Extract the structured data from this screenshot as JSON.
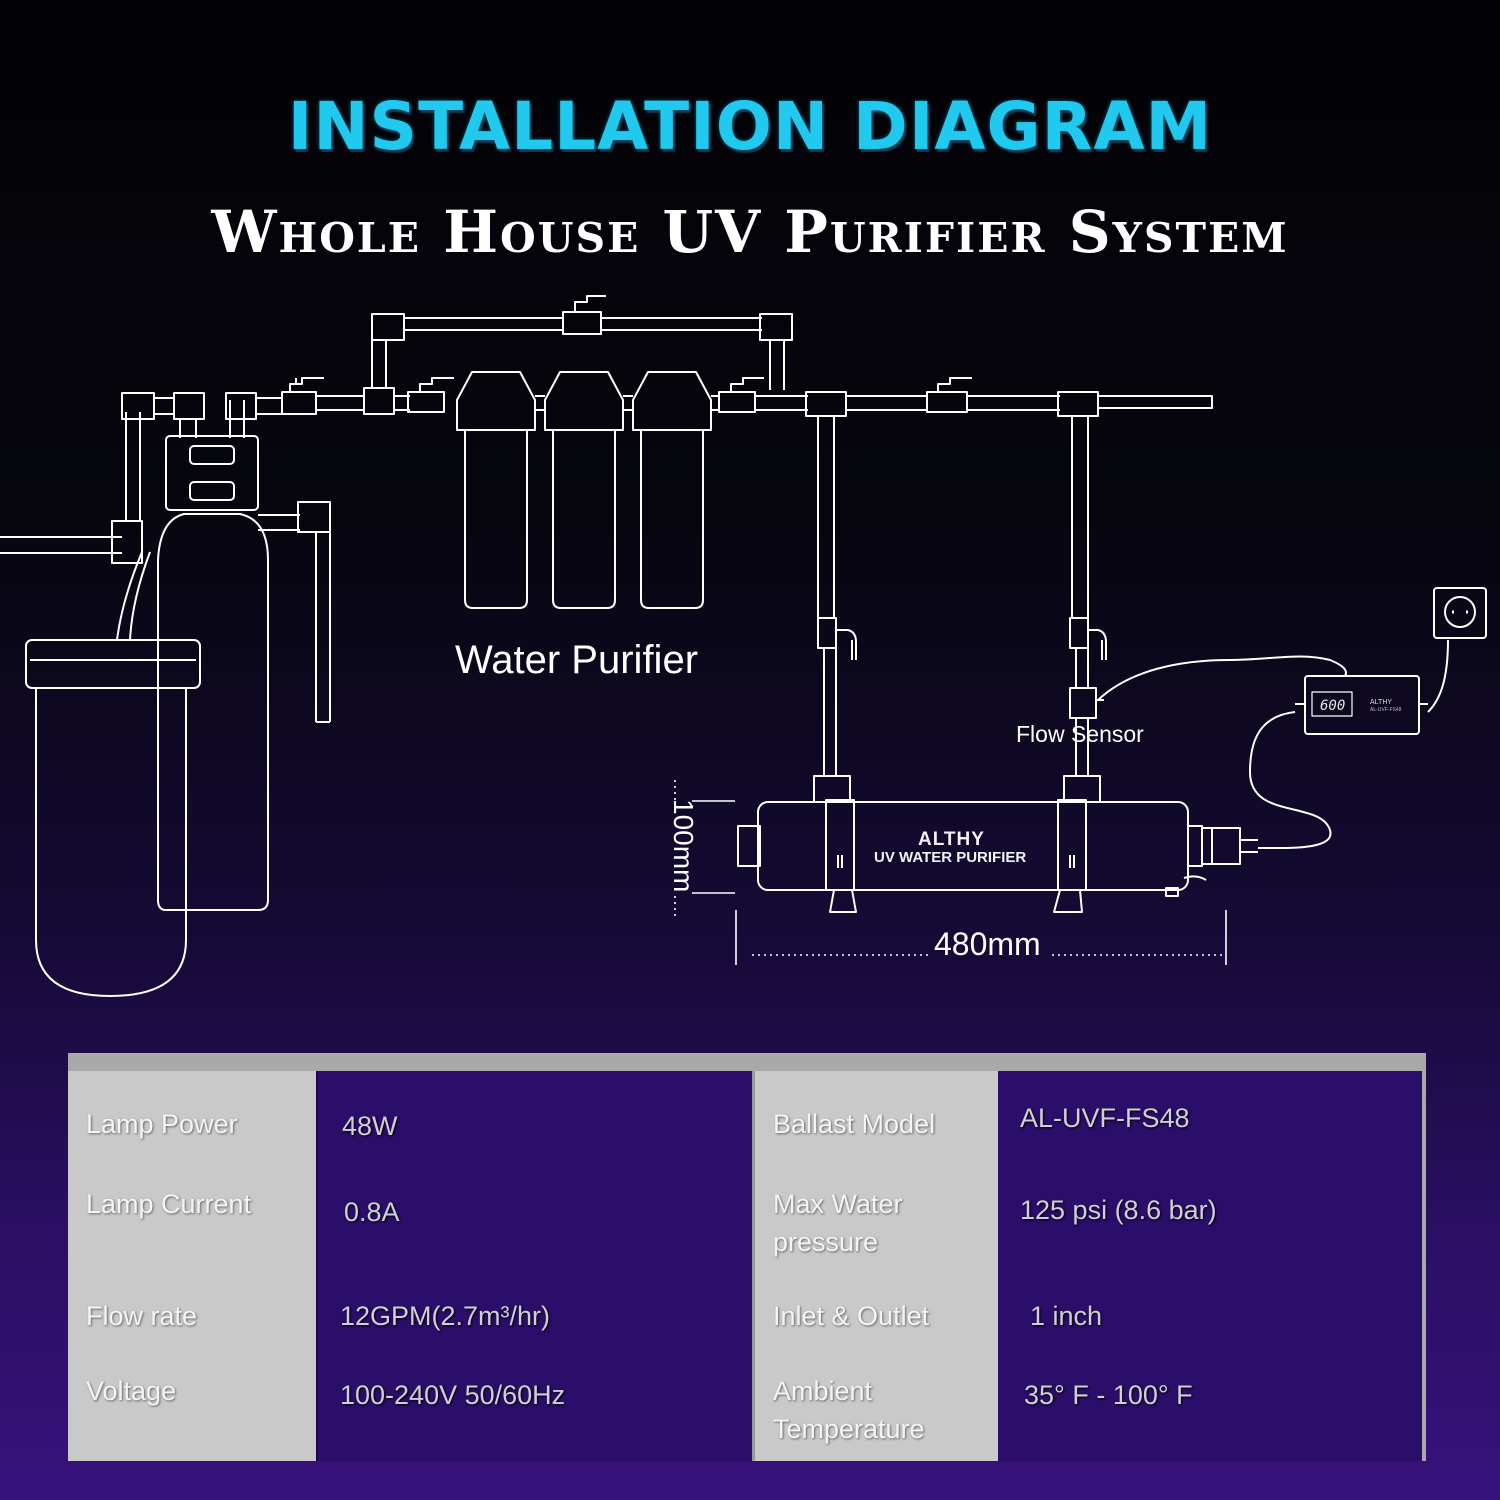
{
  "header": {
    "title": "INSTALLATION DIAGRAM",
    "subtitle": "Whole House UV Purifier System"
  },
  "diagram": {
    "water_purifier_label": "Water Purifier",
    "flow_sensor_label": "Flow Sensor",
    "width_dimension": "480mm",
    "height_dimension": "100mm",
    "ballast_display": "600",
    "ballast_logo": "ALTHY",
    "ballast_model_small": "AL-UVF-FS48",
    "product_brand": "ALTHY",
    "product_name": "UV WATER PURIFIER"
  },
  "specs": {
    "left": [
      {
        "label": "Lamp Power",
        "value": "48W"
      },
      {
        "label": "Lamp Current",
        "value": "0.8A"
      },
      {
        "label": "Flow rate",
        "value": "12GPM(2.7m³/hr)"
      },
      {
        "label": "Voltage",
        "value": "100-240V  50/60Hz"
      }
    ],
    "right": [
      {
        "label": "Ballast Model",
        "value": "AL-UVF-FS48"
      },
      {
        "label_line1": "Max Water",
        "label_line2": "pressure",
        "value": "125 psi (8.6 bar)"
      },
      {
        "label": "Inlet & Outlet",
        "value": "1 inch"
      },
      {
        "label_line1": "Ambient",
        "label_line2": "Temperature",
        "value": "35° F - 100° F"
      }
    ]
  },
  "colors": {
    "title": "#22c9ef",
    "background_top": "#020205",
    "background_bottom": "#38127c",
    "line_art": "#ffffff",
    "table_label_bg": "#c9c9c9",
    "table_value_bg": "#2b0d6a"
  }
}
